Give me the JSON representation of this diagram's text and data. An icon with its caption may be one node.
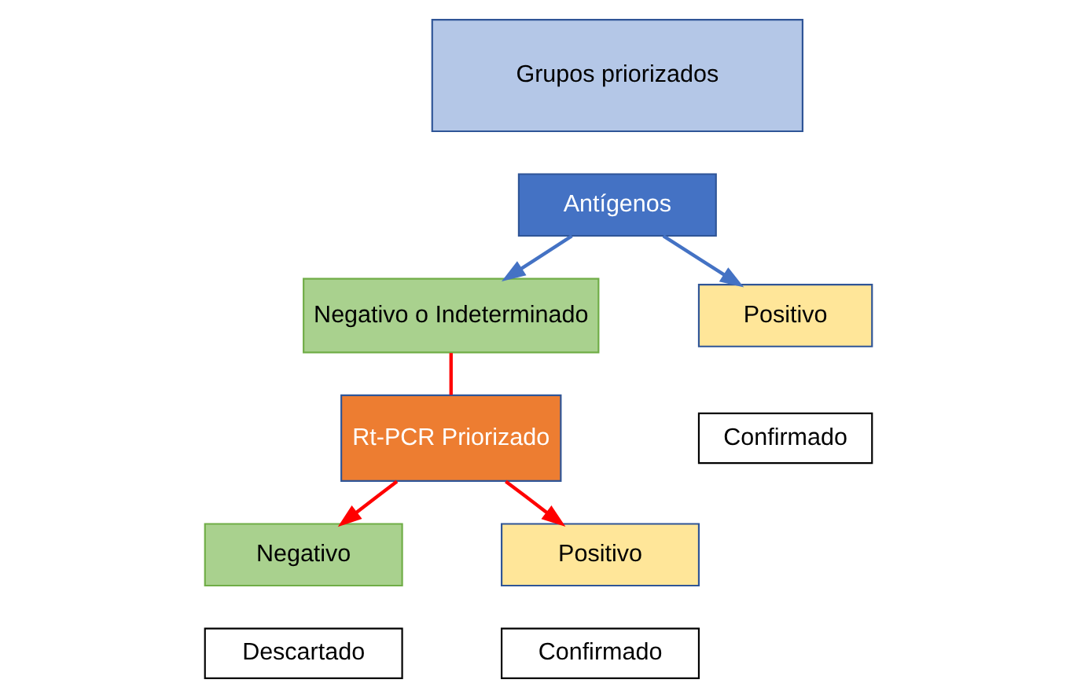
{
  "diagram": {
    "nodes": [
      {
        "text": [
          "Grupos priorizados"
        ]
      },
      {
        "text": [
          "Antígenos"
        ]
      },
      {
        "text": [
          "Negativo o Indeterminado"
        ]
      },
      {
        "text": [
          "Positivo"
        ]
      },
      {
        "text": [
          "Confirmado"
        ]
      },
      {
        "text": [
          "Rt-PCR Priorizado"
        ]
      },
      {
        "text": [
          "Negativo"
        ]
      },
      {
        "text": [
          "Descartado"
        ]
      },
      {
        "text": [
          "Positivo"
        ]
      },
      {
        "text": [
          "Confirmado"
        ]
      }
    ],
    "edges": [
      {
        "from": 1,
        "to": 2,
        "arrow": "to",
        "color": "#4472c4"
      },
      {
        "from": 1,
        "to": 3,
        "arrow": "to",
        "color": "#4472c4"
      },
      {
        "from": 2,
        "to": 5,
        "arrow": "none"
      },
      {
        "from": 5,
        "to": 6,
        "arrow": "to"
      },
      {
        "from": 5,
        "to": 8,
        "arrow": "to"
      }
    ]
  }
}
